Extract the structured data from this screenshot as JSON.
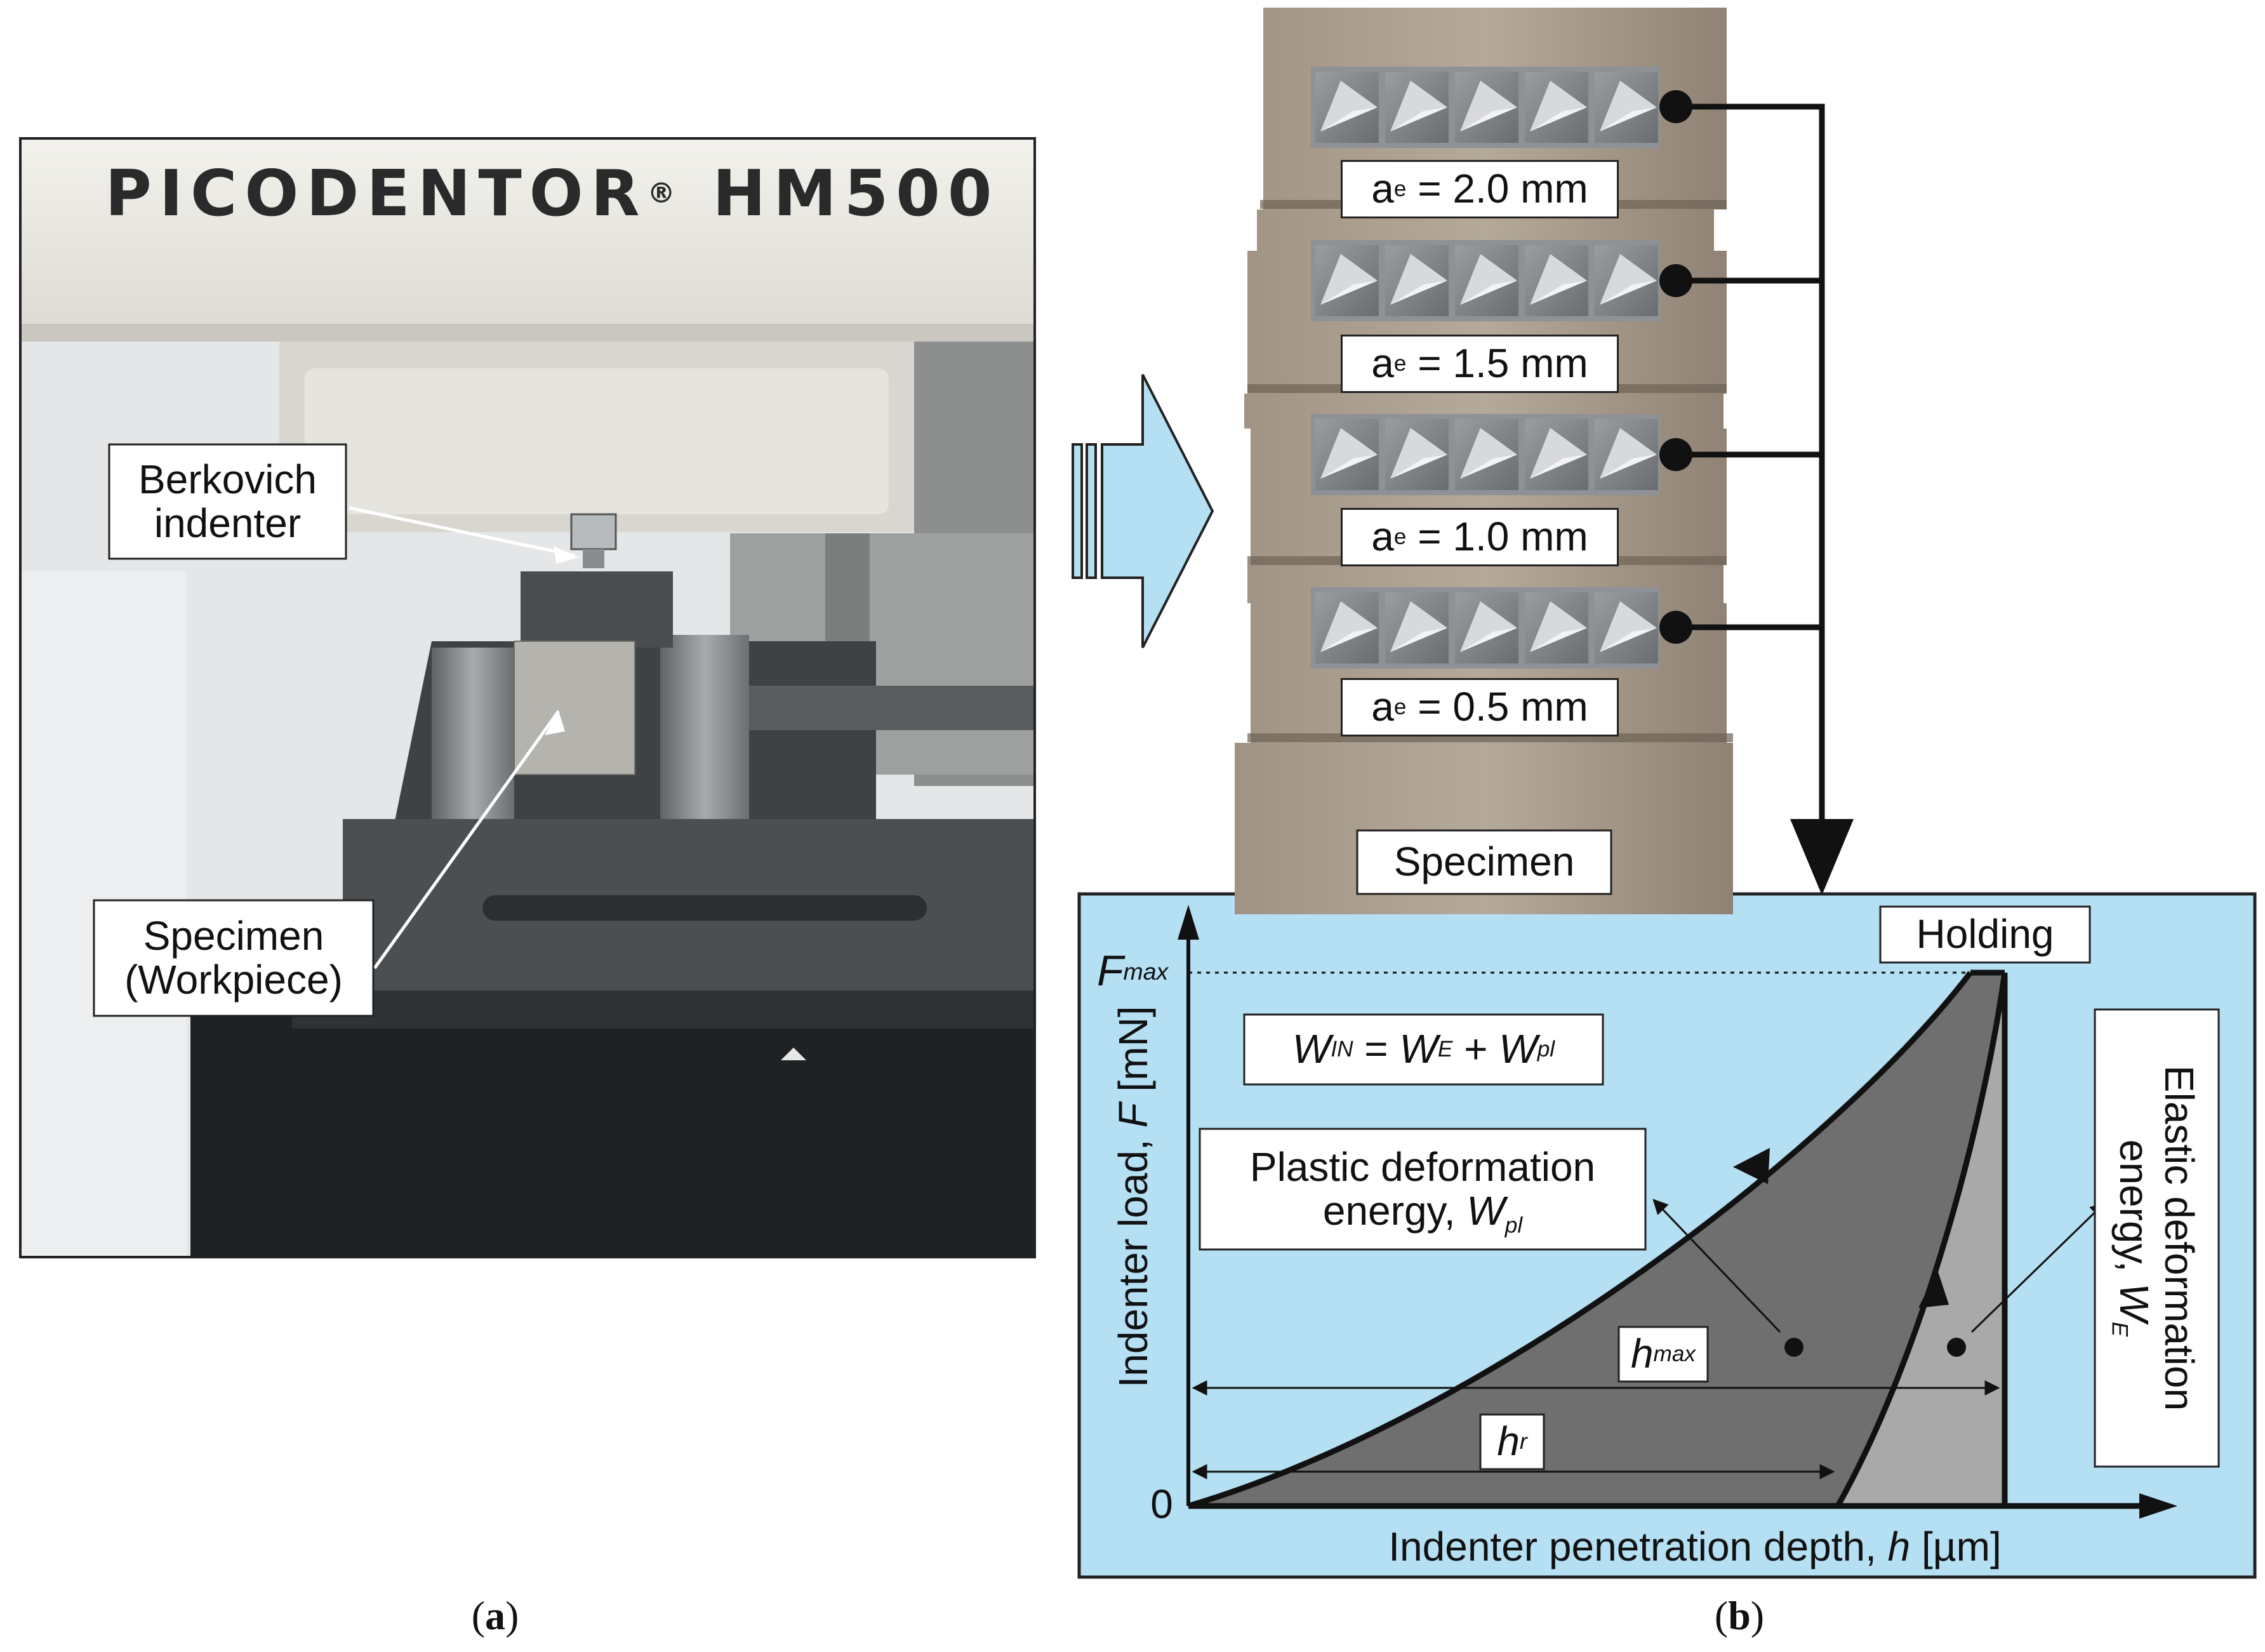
{
  "photo": {
    "brand_part1": "PICODENTOR",
    "brand_reg": "®",
    "brand_part2": "HM500",
    "label_indenter_line1": "Berkovich",
    "label_indenter_line2": "indenter",
    "label_specimen_line1": "Specimen",
    "label_specimen_line2": "(Workpiece)"
  },
  "specimen": {
    "rows": [
      {
        "a": "a",
        "sub": "e",
        "rest": " = 2.0 mm"
      },
      {
        "a": "a",
        "sub": "e",
        "rest": " = 1.5 mm"
      },
      {
        "a": "a",
        "sub": "e",
        "rest": " = 1.0 mm"
      },
      {
        "a": "a",
        "sub": "e",
        "rest": " = 0.5 mm"
      }
    ],
    "label": "Specimen"
  },
  "graph": {
    "holding": "Holding",
    "fmax_main": "F",
    "fmax_sub": "max",
    "zero": "0",
    "equation": {
      "w": "W",
      "in": "IN",
      "eq": " = ",
      "we_sub": "E",
      "plus": " + ",
      "wpl_sub": "pl"
    },
    "plastic_line1": "Plastic deformation",
    "plastic_line2a": "energy, ",
    "plastic_w": "W",
    "plastic_sub": "pl",
    "elastic_line1": "Elastic deformation",
    "elastic_line2a": "energy, ",
    "elastic_w": "W",
    "elastic_sub": "E",
    "hmax_main": "h",
    "hmax_sub": "max",
    "hr_main": "h",
    "hr_sub": "r",
    "ylabel_a": "Indenter load, ",
    "ylabel_f": "F",
    "ylabel_b": " [mN]",
    "xlabel_a": "Indenter penetration depth, ",
    "xlabel_h": "h",
    "xlabel_b": " [µm]"
  },
  "captions": {
    "a": "a",
    "b": "b"
  },
  "colors": {
    "panel_bg": "#b5dff3",
    "plastic_fill": "#6f6f6f",
    "elastic_fill": "#a9a9a9",
    "specimen": "#9c8f82"
  }
}
